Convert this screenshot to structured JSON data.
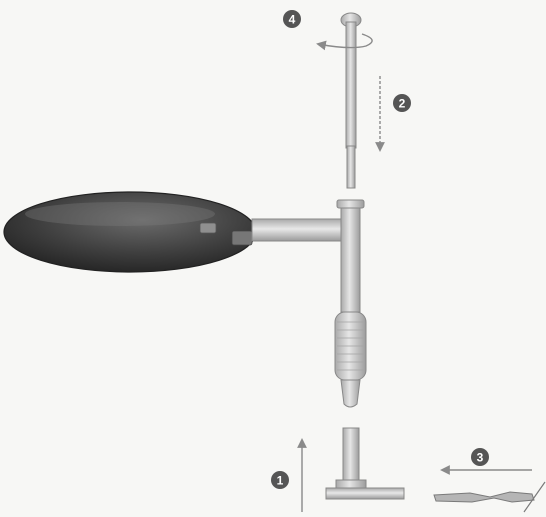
{
  "steps": {
    "one": "1",
    "two": "2",
    "three": "3",
    "four": "4"
  },
  "colors": {
    "background": "#f7f7f5",
    "handle_dark": "#3e3e3e",
    "metal": "#c9c9c9",
    "metal_shade": "#9a9a9a",
    "arrow": "#8a8a8a",
    "badge": "#555555"
  }
}
